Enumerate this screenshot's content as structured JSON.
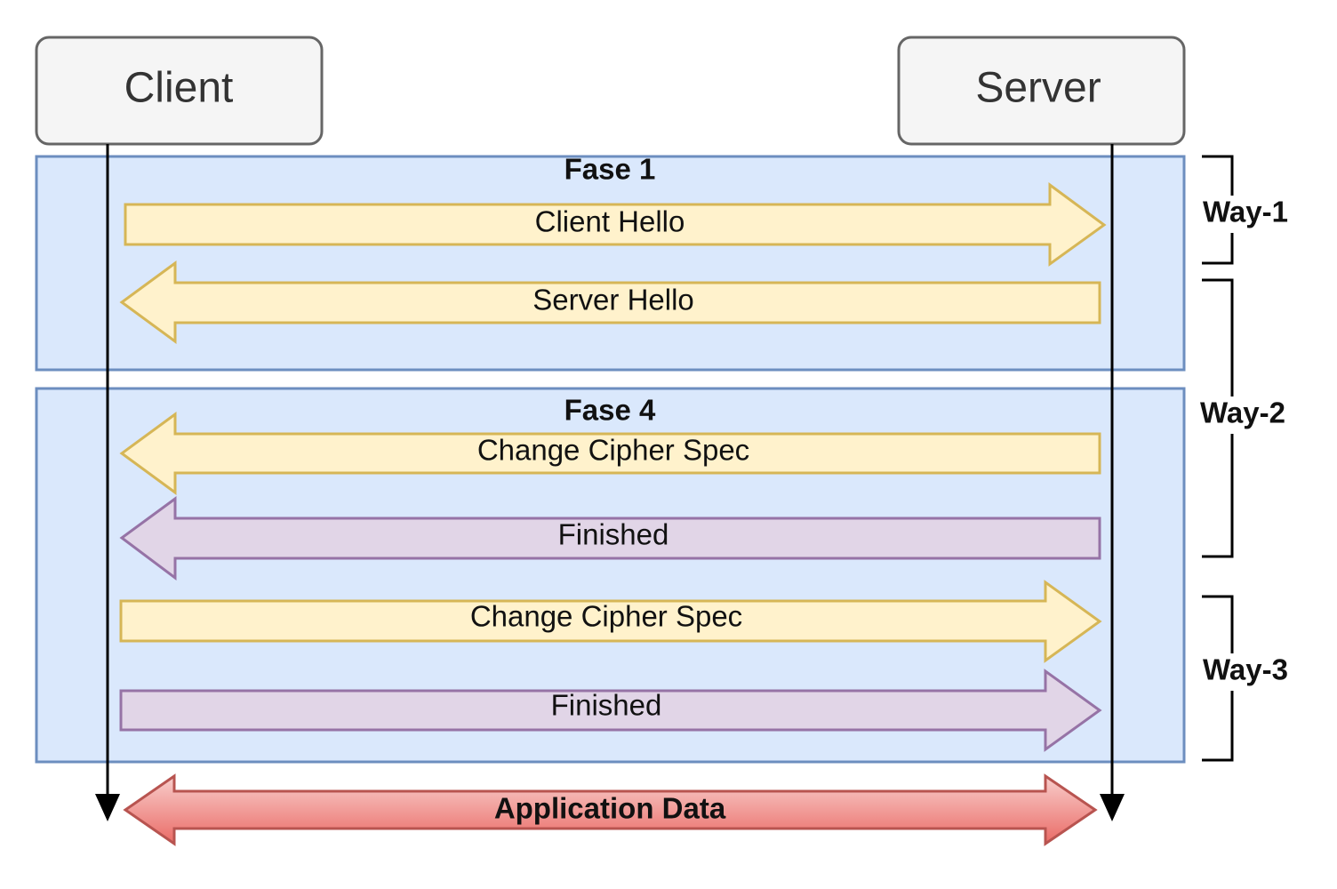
{
  "actors": {
    "client": "Client",
    "server": "Server"
  },
  "phases": {
    "phase1": "Fase 1",
    "phase4": "Fase 4"
  },
  "messages": [
    {
      "label": "Client Hello",
      "direction": "client-to-server",
      "color": "yellow"
    },
    {
      "label": "Server Hello",
      "direction": "server-to-client",
      "color": "yellow"
    },
    {
      "label": "Change Cipher Spec",
      "direction": "server-to-client",
      "color": "yellow"
    },
    {
      "label": "Finished",
      "direction": "server-to-client",
      "color": "purple"
    },
    {
      "label": "Change Cipher Spec",
      "direction": "client-to-server",
      "color": "yellow"
    },
    {
      "label": "Finished",
      "direction": "client-to-server",
      "color": "purple"
    }
  ],
  "application": {
    "label": "Application Data",
    "direction": "bidirectional"
  },
  "ways": [
    "Way-1",
    "Way-2",
    "Way-3"
  ],
  "colors": {
    "actor_fill": "#f5f5f5",
    "actor_stroke": "#666666",
    "phase_fill": "#dae8fc",
    "phase_stroke": "#6c8ebf",
    "yellow_fill": "#fff2cc",
    "yellow_stroke": "#d6b656",
    "purple_fill": "#e1d5e7",
    "purple_stroke": "#9673a6",
    "red_fill_top": "#f8cecc",
    "red_fill_bottom": "#ea6b66",
    "red_stroke": "#b85450",
    "line": "#000000"
  }
}
